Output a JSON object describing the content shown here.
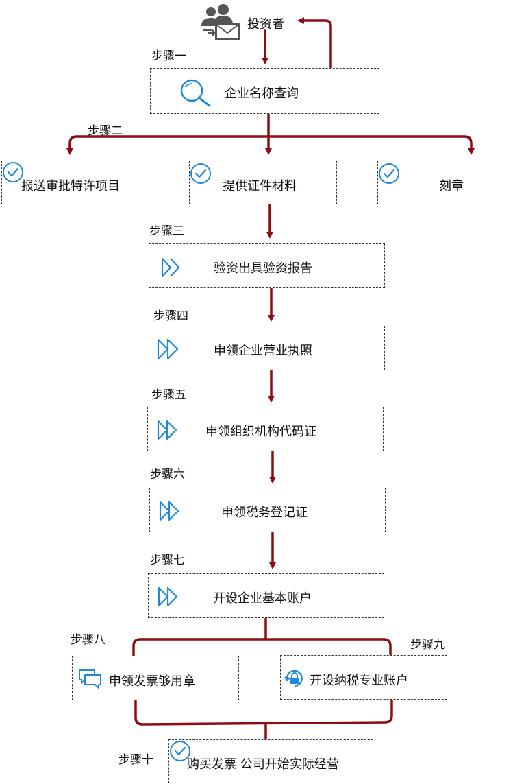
{
  "colors": {
    "connector": "#8b0d12",
    "icon_blue": "#1e88d9",
    "person_gray": "#555555"
  },
  "investor": {
    "label": "投资者",
    "icon": "investor-person-icon"
  },
  "steps": {
    "s1": "步骤一",
    "s2": "步骤二",
    "s3": "步骤三",
    "s4": "步骤四",
    "s5": "步骤五",
    "s6": "步骤六",
    "s7": "步骤七",
    "s8": "步骤八",
    "s9": "步骤九",
    "s10": "步骤十"
  },
  "nodes": {
    "name_query": {
      "label": "企业名称查询",
      "icon": "search-icon"
    },
    "approval": {
      "label": "报送审批特许项目",
      "icon": "check-circle-icon"
    },
    "documents": {
      "label": "提供证件材料",
      "icon": "check-circle-icon"
    },
    "seal": {
      "label": "刻章",
      "icon": "check-circle-icon"
    },
    "capital_report": {
      "label": "验资出具验资报告",
      "icon": "fast-forward-icon"
    },
    "business_license": {
      "label": "申领企业营业执照",
      "icon": "fast-forward-icon"
    },
    "org_code": {
      "label": "申领组织机构代码证",
      "icon": "fast-forward-icon"
    },
    "tax_reg": {
      "label": "申领税务登记证",
      "icon": "fast-forward-icon"
    },
    "bank_account": {
      "label": "开设企业基本账户",
      "icon": "fast-forward-icon"
    },
    "invoice_seal": {
      "label": "申领发票够用章",
      "icon": "chat-bubbles-icon"
    },
    "tax_account": {
      "label": "开设纳税专业账户",
      "icon": "lock-refresh-icon"
    },
    "start_business": {
      "label": "购买发票 公司开始实际经营",
      "icon": "check-circle-icon"
    }
  }
}
